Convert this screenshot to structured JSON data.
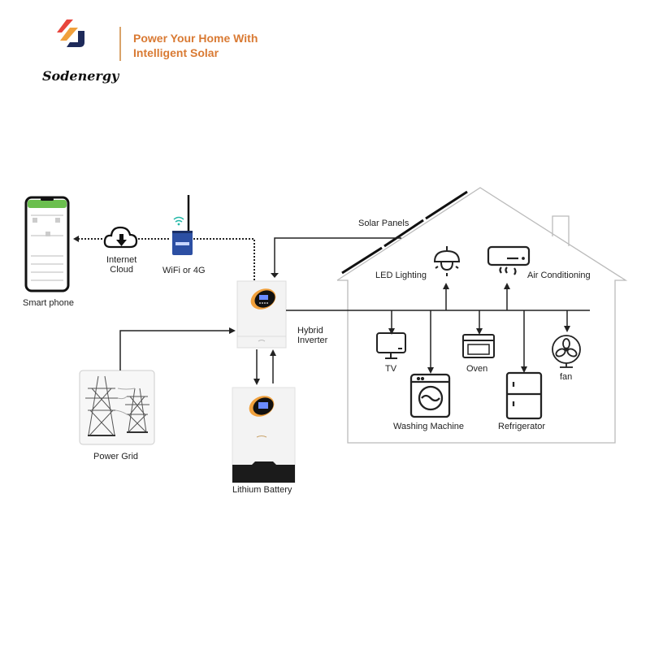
{
  "header": {
    "brand_name": "Sodenergy",
    "tagline_line1": "Power Your Home With",
    "tagline_line2": "Intelligent Solar",
    "brand_colors": {
      "red": "#e8453c",
      "orange": "#f0a03c",
      "navy": "#1e2a5a",
      "tagline": "#d97a33"
    }
  },
  "diagram": {
    "nodes": {
      "smart_phone": "Smart phone",
      "internet_cloud_line1": "Internet",
      "internet_cloud_line2": "Cloud",
      "wifi_module": "WiFi or 4G",
      "hybrid_inverter_line1": "Hybrid",
      "hybrid_inverter_line2": "Inverter",
      "lithium_battery": "Lithium Battery",
      "power_grid": "Power Grid",
      "solar_panels": "Solar Panels"
    },
    "appliances": {
      "led_lighting": "LED Lighting",
      "air_conditioning": "Air Conditioning",
      "tv": "TV",
      "oven": "Oven",
      "fan": "fan",
      "washing_machine": "Washing Machine",
      "refrigerator": "Refrigerator"
    }
  }
}
